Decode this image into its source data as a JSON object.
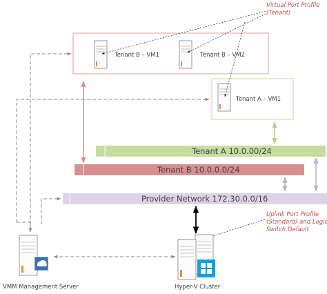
{
  "annotations": {
    "virtual_port_profile": [
      "Virtual Port Profile",
      "(Tenant)"
    ],
    "uplink_port_profile": [
      "Uplink Port Profile",
      "(Standard) and Logical",
      "Switch Default"
    ]
  },
  "vms": {
    "tenant_b_vm1": "Tenant B – VM1",
    "tenant_b_vm2": "Tenant B – VM2",
    "tenant_a_vm1": "Tenant A – VM1"
  },
  "networks": {
    "tenant_a": "Tenant A 10.0.00/24",
    "tenant_b": "Tenant B 10.0.0.0/24",
    "provider": "Provider Network 172.30.0.0/16"
  },
  "nodes": {
    "vmm_server": "VMM Management Server",
    "hyperv_cluster": "Hyper-V Cluster"
  },
  "colors": {
    "tenant_a_band": "#c6dca0",
    "tenant_b_band": "#d78f8f",
    "provider_band": "#dcd4e6",
    "tenant_b_box": "#d9a0a0",
    "tenant_a_box": "#c3d89b",
    "annotation": "#c0504d"
  }
}
